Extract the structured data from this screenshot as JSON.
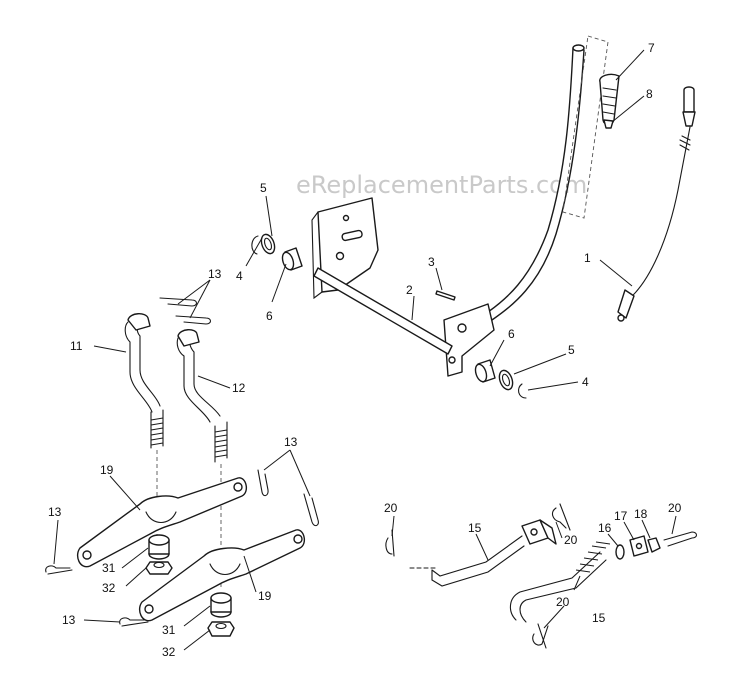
{
  "watermark": "eReplacementParts.com",
  "labels": {
    "p1": "1",
    "p2": "2",
    "p3": "3",
    "p4a": "4",
    "p4b": "4",
    "p5a": "5",
    "p5b": "5",
    "p6a": "6",
    "p6b": "6",
    "p7": "7",
    "p8": "8",
    "p11": "11",
    "p12": "12",
    "p13a": "13",
    "p13b": "13",
    "p13c": "13",
    "p13d": "13",
    "p15a": "15",
    "p15b": "15",
    "p16": "16",
    "p17": "17",
    "p18": "18",
    "p19a": "19",
    "p19b": "19",
    "p20a": "20",
    "p20b": "20",
    "p20c": "20",
    "p20d": "20",
    "p31a": "31",
    "p31b": "31",
    "p32a": "32",
    "p32b": "32"
  },
  "colors": {
    "ink": "#1a1a1a",
    "watermark": "#c9c9c9",
    "background": "#ffffff"
  }
}
